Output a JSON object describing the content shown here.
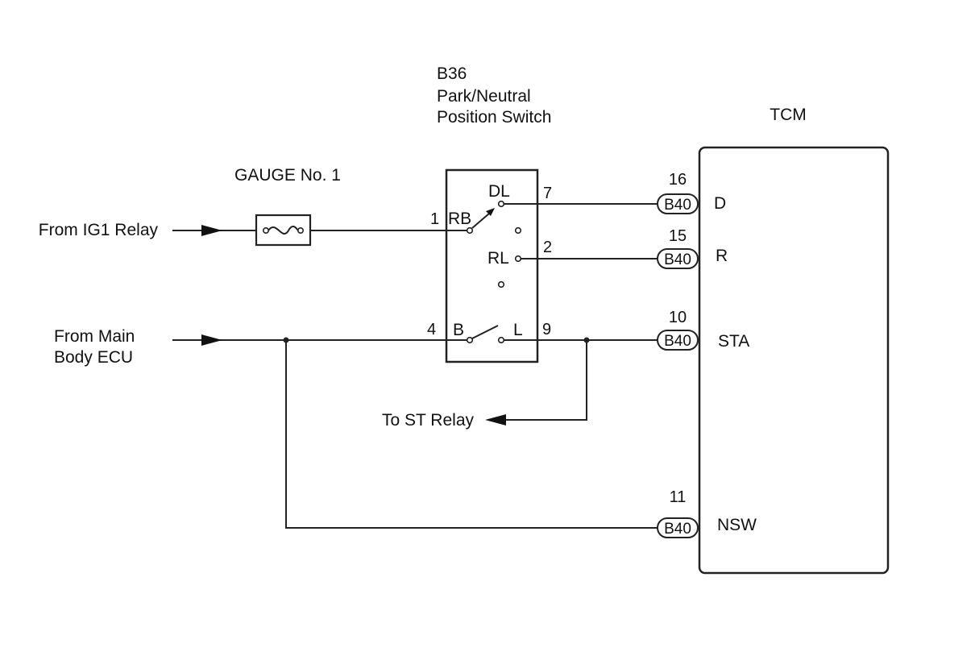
{
  "switch": {
    "code": "B36",
    "name_line1": "Park/Neutral",
    "name_line2": "Position Switch",
    "terminals": {
      "rb": "RB",
      "dl": "DL",
      "rl": "RL",
      "b": "B",
      "l": "L"
    },
    "pins": {
      "rb": "1",
      "dl": "7",
      "rl": "2",
      "b": "4",
      "l": "9"
    }
  },
  "fuse": {
    "label": "GAUGE No. 1"
  },
  "tcm": {
    "label": "TCM",
    "inputs": [
      {
        "connector": "B40",
        "pin": "16",
        "signal": "D"
      },
      {
        "connector": "B40",
        "pin": "15",
        "signal": "R"
      },
      {
        "connector": "B40",
        "pin": "10",
        "signal": "STA"
      },
      {
        "connector": "B40",
        "pin": "11",
        "signal": "NSW"
      }
    ]
  },
  "sources": {
    "ig1": "From IG1 Relay",
    "main_body_line1": "From Main",
    "main_body_line2": "Body ECU"
  },
  "outputs": {
    "st_relay": "To ST Relay"
  }
}
